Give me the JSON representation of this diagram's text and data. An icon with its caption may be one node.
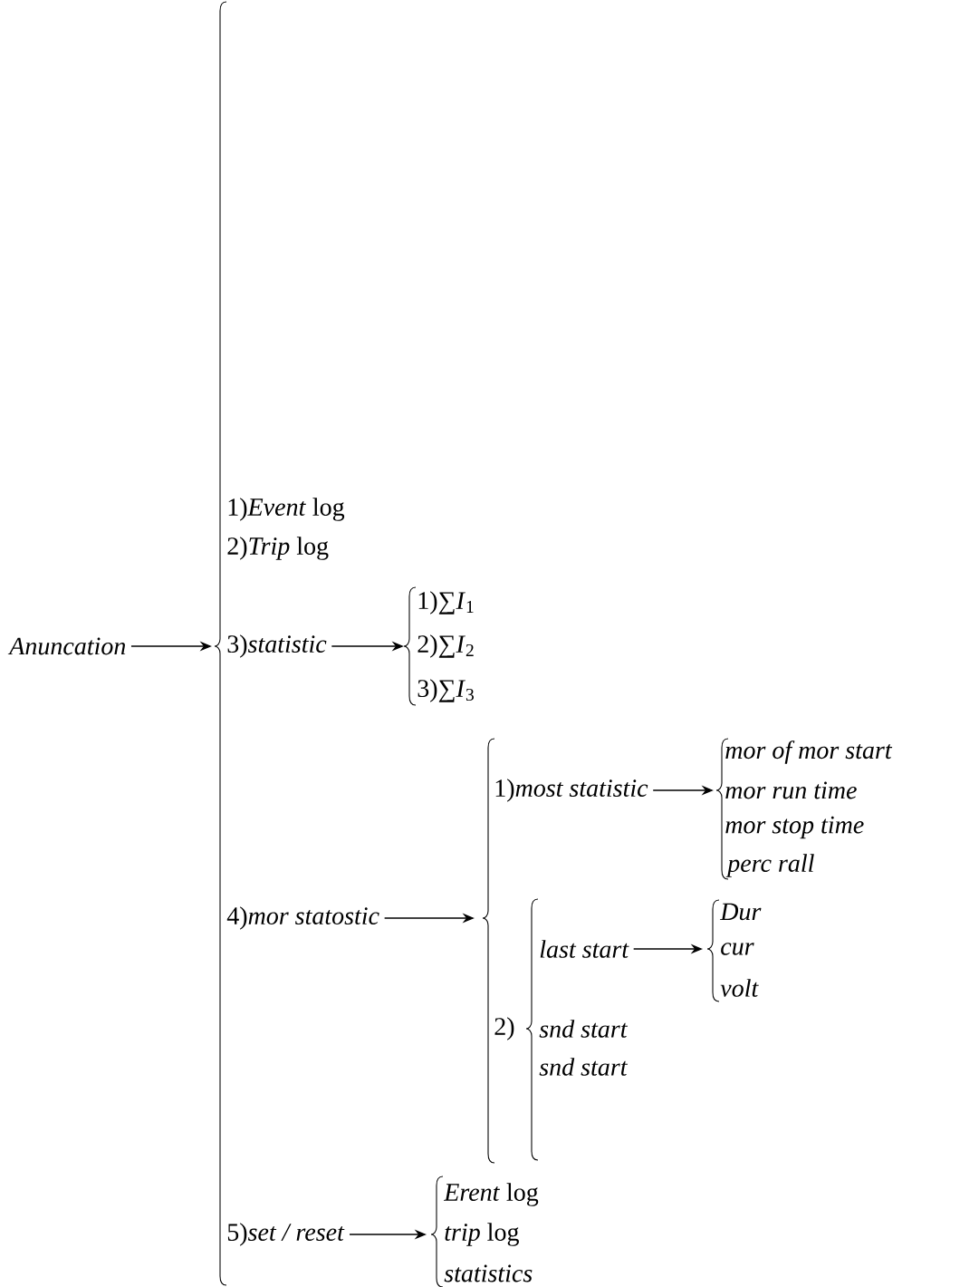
{
  "diagram": {
    "nodes": [
      {
        "text": [
          "Anuncation"
        ]
      },
      {
        "text": [
          "1)*Event* log"
        ]
      },
      {
        "text": [
          "2)*Trip* log"
        ]
      },
      {
        "text": [
          "3)*statistic*"
        ]
      },
      {
        "text": [
          "1)∑*I*$_{1}$"
        ]
      },
      {
        "text": [
          "2)∑*I*$_{2}$"
        ]
      },
      {
        "text": [
          "3)∑*I*$_{3}$"
        ]
      },
      {
        "text": [
          "4)*mor statostic*"
        ]
      },
      {
        "text": [
          "1)*most statistic*"
        ]
      },
      {
        "text": [
          "mor of mor start"
        ]
      },
      {
        "text": [
          "mor run time"
        ]
      },
      {
        "text": [
          "mor stop time"
        ]
      },
      {
        "text": [
          "perc rall"
        ]
      },
      {
        "text": [
          "2)"
        ]
      },
      {
        "text": [
          "last start"
        ]
      },
      {
        "text": [
          "Dur"
        ]
      },
      {
        "text": [
          "cur"
        ]
      },
      {
        "text": [
          "volt"
        ]
      },
      {
        "text": [
          "snd start"
        ]
      },
      {
        "text": [
          "snd start"
        ]
      },
      {
        "text": [
          "5)*set / reset*"
        ]
      },
      {
        "text": [
          "*Erent* log"
        ]
      },
      {
        "text": [
          "*trip* log"
        ]
      },
      {
        "text": [
          "statistics"
        ]
      }
    ],
    "edges": [
      {
        "from": 0,
        "to": 3,
        "arrow": "to"
      },
      {
        "from": 3,
        "to": 5,
        "arrow": "to"
      },
      {
        "from": 7,
        "to": null,
        "arrow": "to"
      },
      {
        "from": 8,
        "to": 10,
        "arrow": "to"
      },
      {
        "from": 14,
        "to": 16,
        "arrow": "to"
      },
      {
        "from": 20,
        "to": 22,
        "arrow": "to"
      }
    ]
  }
}
